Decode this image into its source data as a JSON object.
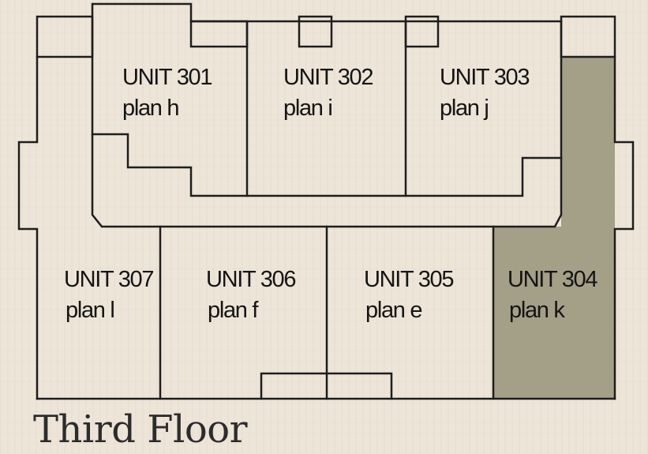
{
  "floor_title": "Third Floor",
  "colors": {
    "wall": "#1e1e1e",
    "highlighted_unit": "#a49f87",
    "background": "#ede5d8"
  },
  "units": [
    {
      "id": "301",
      "name": "UNIT 301",
      "plan": "plan h",
      "highlighted": false
    },
    {
      "id": "302",
      "name": "UNIT 302",
      "plan": "plan i",
      "highlighted": false
    },
    {
      "id": "303",
      "name": "UNIT 303",
      "plan": "plan j",
      "highlighted": false
    },
    {
      "id": "304",
      "name": "UNIT 304",
      "plan": "plan k",
      "highlighted": true
    },
    {
      "id": "305",
      "name": "UNIT 305",
      "plan": "plan e",
      "highlighted": false
    },
    {
      "id": "306",
      "name": "UNIT 306",
      "plan": "plan f",
      "highlighted": false
    },
    {
      "id": "307",
      "name": "UNIT 307",
      "plan": "plan l",
      "highlighted": false
    }
  ]
}
